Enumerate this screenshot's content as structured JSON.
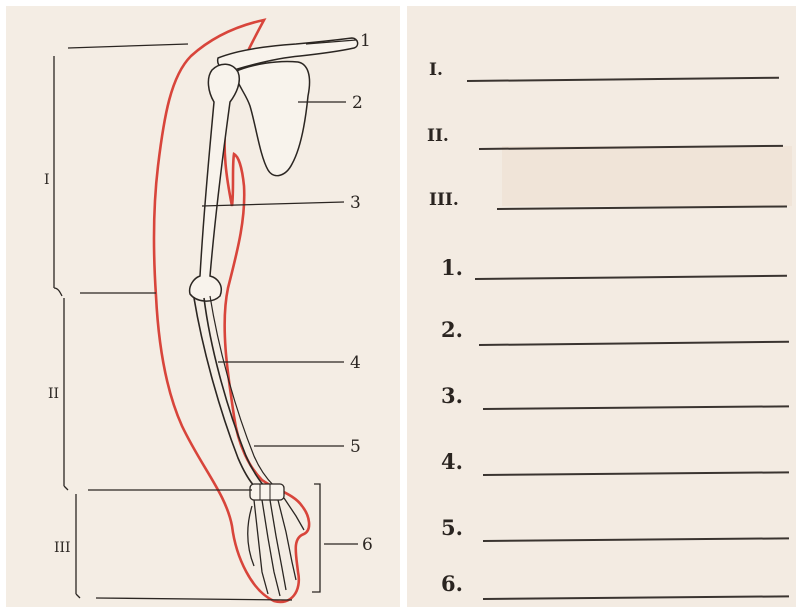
{
  "diagram": {
    "callouts": [
      "1",
      "2",
      "3",
      "4",
      "5",
      "6"
    ],
    "regions": [
      "I",
      "II",
      "III"
    ]
  },
  "answer_sheet": {
    "rows": [
      {
        "label": "I."
      },
      {
        "label": "II."
      },
      {
        "label": "III."
      },
      {
        "label": "1."
      },
      {
        "label": "2."
      },
      {
        "label": "3."
      },
      {
        "label": "4."
      },
      {
        "label": "5."
      },
      {
        "label": "6."
      }
    ]
  },
  "colors": {
    "outline": "#d8453b",
    "ink": "#2b2622",
    "paper": "#f4ede4"
  }
}
